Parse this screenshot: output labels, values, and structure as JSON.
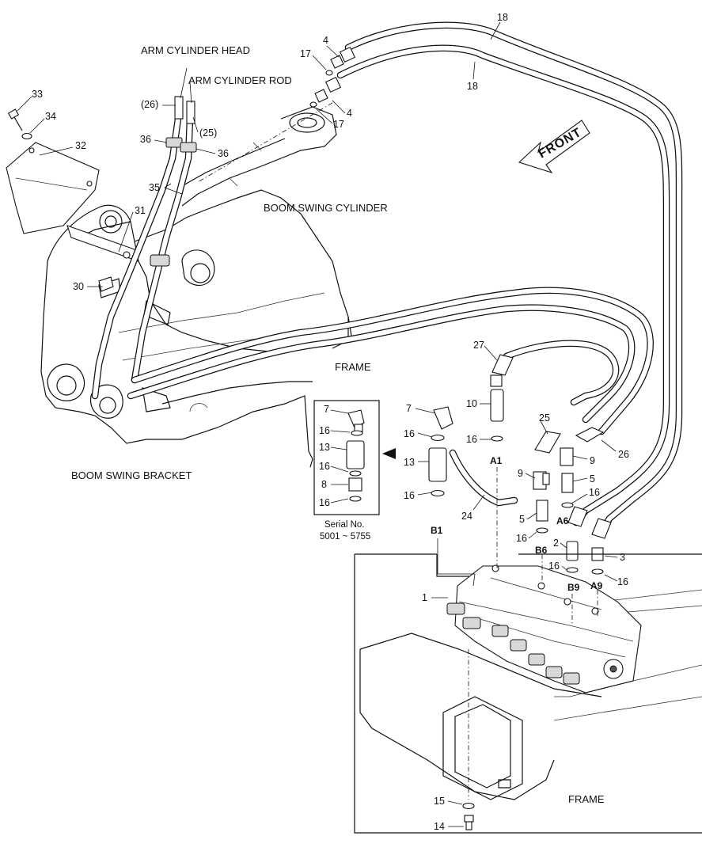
{
  "captions": {
    "arm_cylinder_head": "ARM CYLINDER HEAD",
    "arm_cylinder_rod": "ARM CYLINDER ROD",
    "boom_swing_cylinder": "BOOM SWING CYLINDER",
    "frame_upper": "FRAME",
    "frame_lower": "FRAME",
    "boom_swing_bracket": "BOOM SWING BRACKET",
    "front": "FRONT",
    "serial_line1": "Serial No.",
    "serial_line2": "5001 ~ 5755"
  },
  "callouts": {
    "c33": "33",
    "c34": "34",
    "c32": "32",
    "c31": "31",
    "c30": "30",
    "c26p": "(26)",
    "c25p": "(25)",
    "c36a": "36",
    "c36b": "36",
    "c35": "35",
    "c4a": "4",
    "c17a": "17",
    "c17b": "17",
    "c4b": "4",
    "c18a": "18",
    "c18b": "18",
    "c27": "27",
    "c10": "10",
    "c16a": "16",
    "c7": "7",
    "c16b": "16",
    "c13": "13",
    "c16c": "16",
    "c24": "24",
    "c25": "25",
    "c26": "26",
    "c9a": "9",
    "c9b": "9",
    "c5a": "5",
    "c5b": "5",
    "c16d": "16",
    "c16e": "16",
    "c2": "2",
    "c16f": "16",
    "c3": "3",
    "c16g": "16",
    "c1": "1",
    "c15": "15",
    "c14": "14",
    "box7": "7",
    "box16a": "16",
    "box13": "13",
    "box16b": "16",
    "box8": "8",
    "box16c": "16"
  },
  "ports": {
    "a1": "A1",
    "b1": "B1",
    "a6": "A6",
    "b6": "B6",
    "b9": "B9",
    "a9": "A9"
  }
}
